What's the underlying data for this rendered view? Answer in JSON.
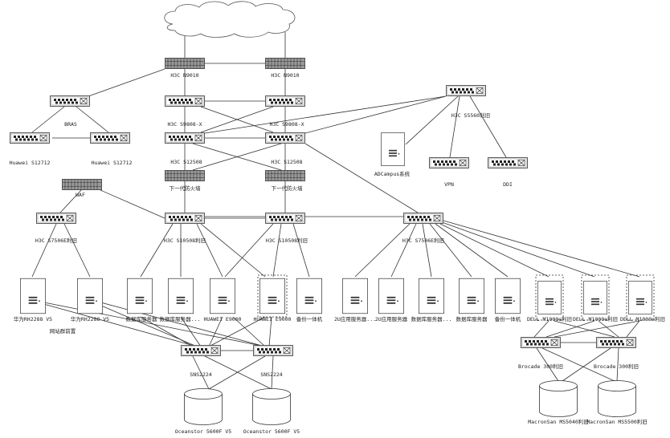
{
  "labels": {
    "core_l": "H3C N9010",
    "core_r": "H3C N9010",
    "agg_l": "H3C S9808-X",
    "agg_r": "H3C S9808-X",
    "bras": "BRAS",
    "hw_l": "Huawei S12712",
    "hw_r": "Huawei S12712",
    "s5560": "H3C S5560利旧",
    "adcampus": "ADCampus系统",
    "vpn": "VPN",
    "ddi": "DDI",
    "s12508_l": "H3C S12508",
    "s12508_r": "H3C S12508",
    "fw_l": "下一代防火墙",
    "fw_r": "下一代防火墙",
    "waf": "WAF",
    "s7506e": "H3C S7506E利旧",
    "s10508_l": "H3C S10508利旧",
    "s10508_r": "H3C S10508利旧",
    "s7506e_r": "H3C S7506E利旧",
    "srv1": "华为RH2288 V5",
    "srv2": "华为RH2288 V5",
    "srv3": "数据库服务器",
    "srv4": "数据库服务器...",
    "srv5": "HUAWEI E9000",
    "srv6": "HUAWEI E9000",
    "srv7": "备份一体机",
    "website_group": "网站群前置",
    "srv8": "2U应用服务器...",
    "srv9": "2U应用服务器",
    "srv10": "数据库服务器...",
    "srv11": "数据库服务器",
    "srv12": "备份一体机",
    "dell1": "DELL M1000e利旧",
    "dell2": "DELL M1000e利旧",
    "dell3": "DELL M1000e利旧",
    "sns_l": "SNS2224",
    "sns_r": "SNS2224",
    "brocade_l": "Brocade 300利旧",
    "brocade_r": "Brocade 300利旧",
    "stor1": "Oceanstor 5600F V5",
    "stor2": "Oceanstor 5600F V5",
    "stor3": "MacronSan MS5040利旧",
    "stor4": "MacronSan MS5500利旧"
  },
  "icons": {
    "cloud": "cloud-icon",
    "switch": "switch-icon",
    "router": "router-icon",
    "server": "server-icon",
    "storage": "storage-icon"
  }
}
